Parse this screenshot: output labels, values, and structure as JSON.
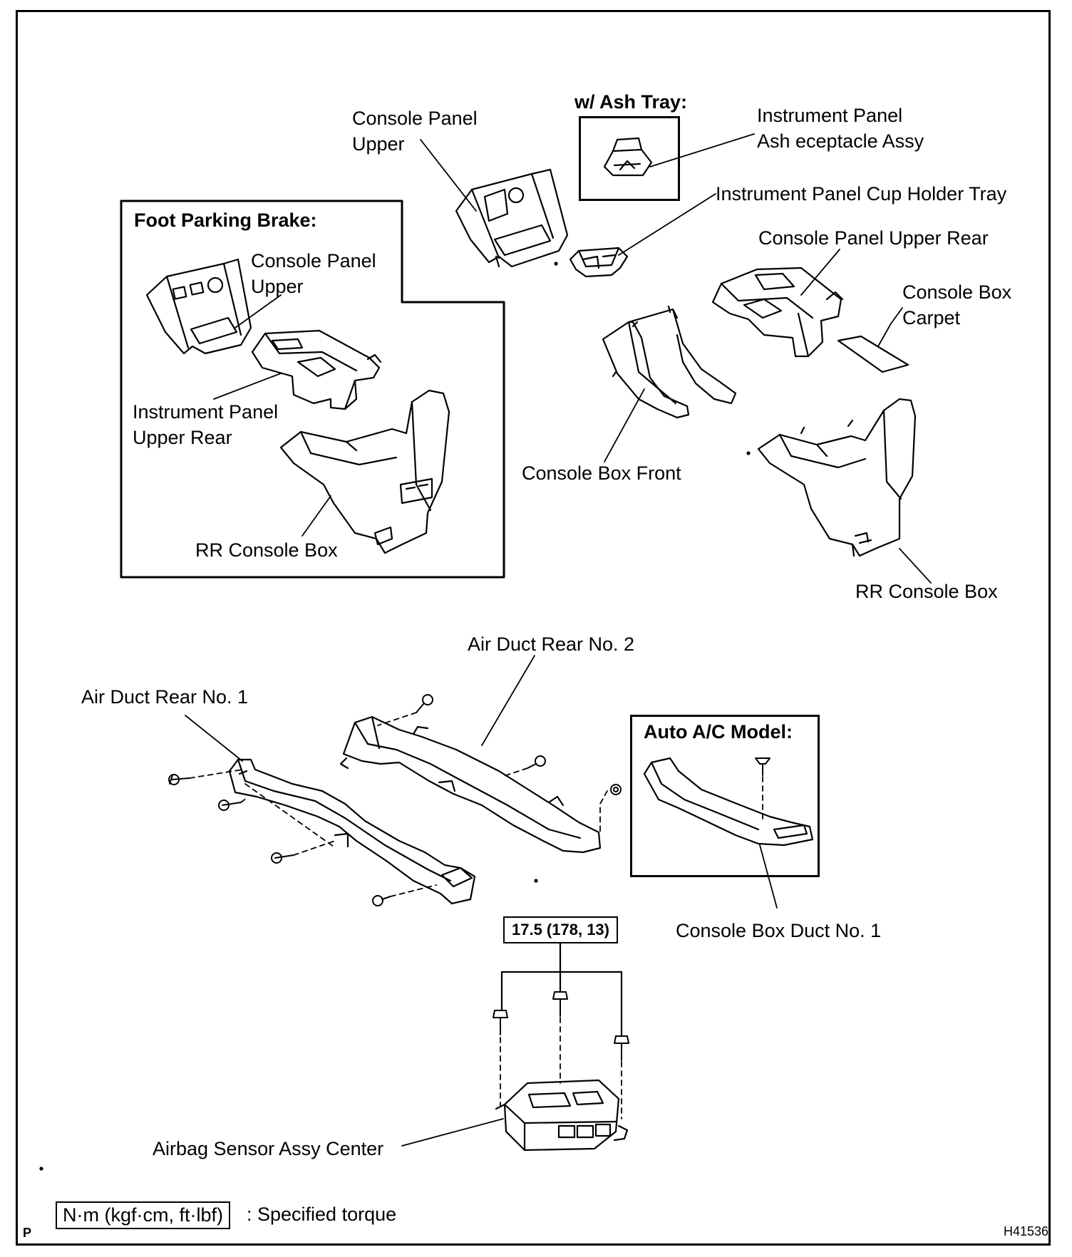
{
  "labels": {
    "ash_tray_header": "w/ Ash Tray:",
    "console_panel_upper_a": "Console Panel",
    "console_panel_upper_b": "Upper",
    "ash_receptacle_a": "Instrument Panel",
    "ash_receptacle_b": "Ash eceptacle Assy",
    "cup_holder_tray": "Instrument Panel Cup Holder Tray",
    "console_panel_upper_rear": "Console Panel Upper Rear",
    "console_box_carpet_a": "Console Box",
    "console_box_carpet_b": "Carpet",
    "foot_brake_header": "Foot Parking Brake:",
    "fp_console_panel_upper_a": "Console Panel",
    "fp_console_panel_upper_b": "Upper",
    "fp_instrument_panel_upper_rear_a": "Instrument Panel",
    "fp_instrument_panel_upper_rear_b": "Upper Rear",
    "fp_rr_console_box": "RR Console Box",
    "console_box_front": "Console Box Front",
    "rr_console_box": "RR Console Box",
    "air_duct_rear_2": "Air Duct Rear No. 2",
    "air_duct_rear_1": "Air Duct Rear No. 1",
    "auto_ac_header": "Auto A/C Model:",
    "console_box_duct_1": "Console Box Duct No. 1",
    "torque_value": "17.5 (178, 13)",
    "airbag_sensor": "Airbag Sensor Assy Center",
    "legend_unit": "N·m (kgf·cm, ft·lbf)",
    "legend_text": ": Specified torque",
    "corner_p": "P",
    "figure_code": "H41536"
  }
}
